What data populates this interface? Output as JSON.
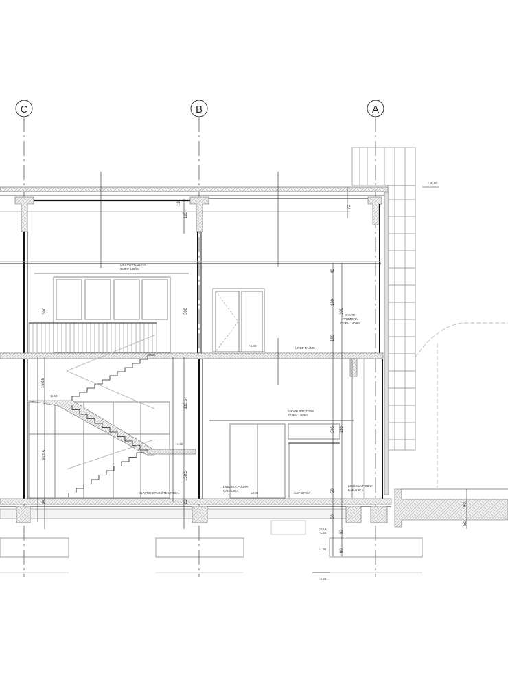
{
  "axes": [
    "C",
    "B",
    "A"
  ],
  "labels": {
    "window_frame_1": [
      "OKVIR PROZORA",
      "CIJEV 140/80"
    ],
    "window_frame_2": [
      "OKVIR PROZORA",
      "CIJEV 140/80"
    ],
    "window_frame_3": [
      "OKVIR",
      "PROZORA",
      "CIJEV 140/80"
    ],
    "room_secretary": "URED TAJNIK",
    "room_stairs": "GLAVNO STUBIŠTE UREDA",
    "room_office": "SAV BIROA",
    "floor_channel_1": [
      "LINIJSKA PODNA",
      "KANALICA"
    ],
    "floor_channel_2": [
      "LINIJSKA PODNA",
      "KANALICA"
    ]
  },
  "levels": {
    "roof": "+10.80",
    "first_floor": "+6.00",
    "landing_1": "+1.50",
    "landing_2": "+4.50",
    "ground": "±0.00",
    "foundation_1": "-0.75",
    "foundation_2": "-1.35",
    "foundation_3": "-1.95",
    "foundation_4": "-2.55"
  },
  "dimensions": {
    "d13": "13",
    "d125": "125",
    "d70": "70",
    "d40": "40",
    "d180": "180",
    "d100": "100",
    "d300a": "300",
    "d300b": "300",
    "d300c": "300",
    "d168": "168.5",
    "d3175": "317.5",
    "d3135": "313.5",
    "d1505": "150.5",
    "d25a": "25",
    "d25b": "25",
    "d50a": "50",
    "d60a": "60",
    "d60b": "60",
    "d90": "90",
    "d50b": "50",
    "d305": "305",
    "d165": "165",
    "d50c": "50"
  }
}
